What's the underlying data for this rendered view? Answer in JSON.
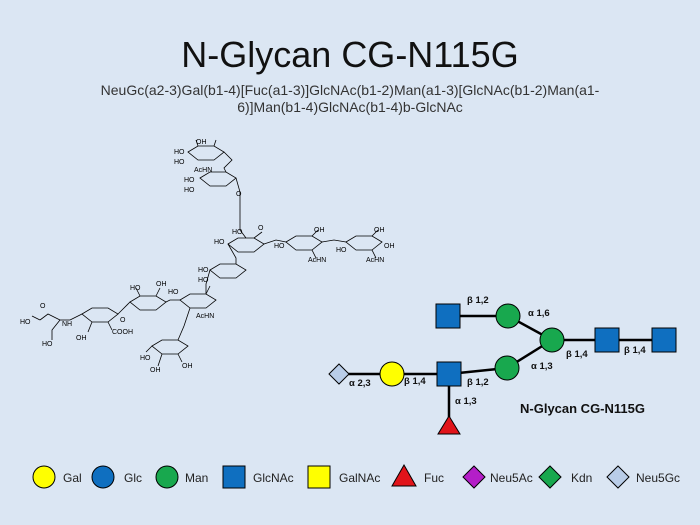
{
  "title": "N-Glycan CG-N115G",
  "iupac_line1": "NeuGc(a2-3)Gal(b1-4)[Fuc(a1-3)]GlcNAc(b1-2)Man(a1-3)[GlcNAc(b1-2)Man(a1-",
  "iupac_line2": "6)]Man(b1-4)GlcNAc(b1-4)b-GlcNAc",
  "cartoon": {
    "name": "N-Glycan CG-N115G",
    "linkages": {
      "top_glcnac_man": "β 1,2",
      "upper_man_core": "α 1,6",
      "core_glcnac": "β 1,4",
      "glcnac_glcnac": "β 1,4",
      "lower_man_core": "α 1,3",
      "glcnac_man_lower": "β 1,2",
      "gal_glcnac": "β 1,4",
      "neu5gc_gal": "α 2,3",
      "fuc_glcnac": "α 1,3"
    }
  },
  "structure_labels": {
    "ho": "HO",
    "oh": "OH",
    "o": "O",
    "achn": "AcHN",
    "nh": "NH",
    "cooh": "COOH"
  },
  "legend": [
    {
      "label": "Gal",
      "shape": "circle",
      "color": "#ffff00"
    },
    {
      "label": "Glc",
      "shape": "circle",
      "color": "#0f6fc0"
    },
    {
      "label": "Man",
      "shape": "circle",
      "color": "#18a84e"
    },
    {
      "label": "GlcNAc",
      "shape": "square",
      "color": "#0f6fc0"
    },
    {
      "label": "GalNAc",
      "shape": "square",
      "color": "#ffff00"
    },
    {
      "label": "Fuc",
      "shape": "triangle",
      "color": "#e1141a"
    },
    {
      "label": "Neu5Ac",
      "shape": "diamond",
      "color": "#b41ec8"
    },
    {
      "label": "Kdn",
      "shape": "diamond",
      "color": "#18a84e"
    },
    {
      "label": "Neu5Gc",
      "shape": "diamond",
      "color": "#b9cde8"
    }
  ]
}
